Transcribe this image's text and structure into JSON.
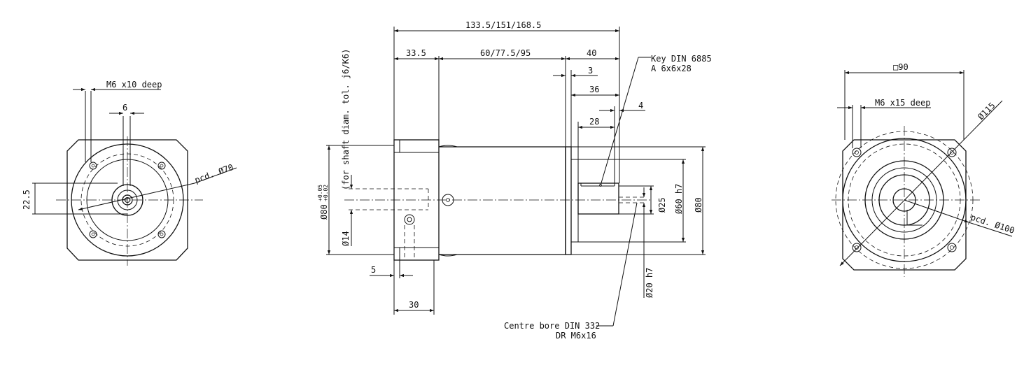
{
  "left_view": {
    "thread_label": "M6 x10 deep",
    "key_width": "6",
    "height_dim": "22.5",
    "pcd_label": "pcd. Ø70"
  },
  "side_view": {
    "total_length": "133.5/151/168.5",
    "flange_len": "33.5",
    "body_len": "60/77.5/95",
    "shaft_len": "40",
    "dim_3": "3",
    "dim_36": "36",
    "dim_4": "4",
    "dim_28": "28",
    "key_note_1": "Key DIN 6885",
    "key_note_2": "A 6x6x28",
    "input_dia": "Ø80",
    "input_tol_upper": "+0.05",
    "input_tol_lower": "+0.02",
    "shaft_tol_note": "(for shaft diam. tol. j6/K6)",
    "bore_dia": "Ø14",
    "dim_5": "5",
    "dim_30": "30",
    "shaft_dia": "Ø25",
    "spigot_dia": "Ø60 h7",
    "flange_dia": "Ø80",
    "shaft_dia_2": "Ø20 h7",
    "centre_bore_1": "Centre bore DIN 332",
    "centre_bore_2": "DR M6x16"
  },
  "right_view": {
    "square_label": "□90",
    "thread_label": "M6 x15 deep",
    "dia_115": "Ø115",
    "pcd_label": "pcd. Ø100"
  }
}
